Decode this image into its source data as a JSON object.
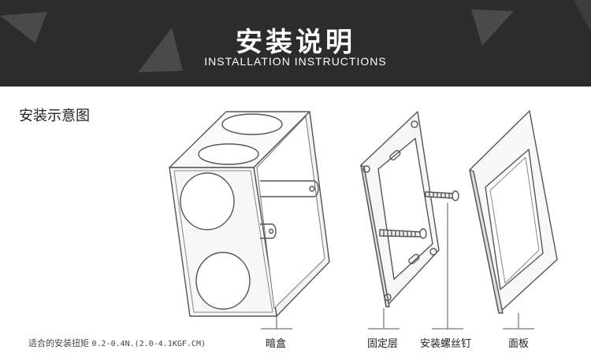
{
  "banner": {
    "title": "安装说明",
    "subtitle": "INSTALLATION INSTRUCTIONS",
    "background_color": "#2c2c2c"
  },
  "section_title": "安装示意图",
  "torque": {
    "label": "适合的安装扭矩",
    "value": "0.2-0.4N.(2.0-4.1KGF.CM)"
  },
  "parts": [
    {
      "label": "暗盒"
    },
    {
      "label": "固定层"
    },
    {
      "label": "安装螺丝钉"
    },
    {
      "label": "面板"
    }
  ]
}
